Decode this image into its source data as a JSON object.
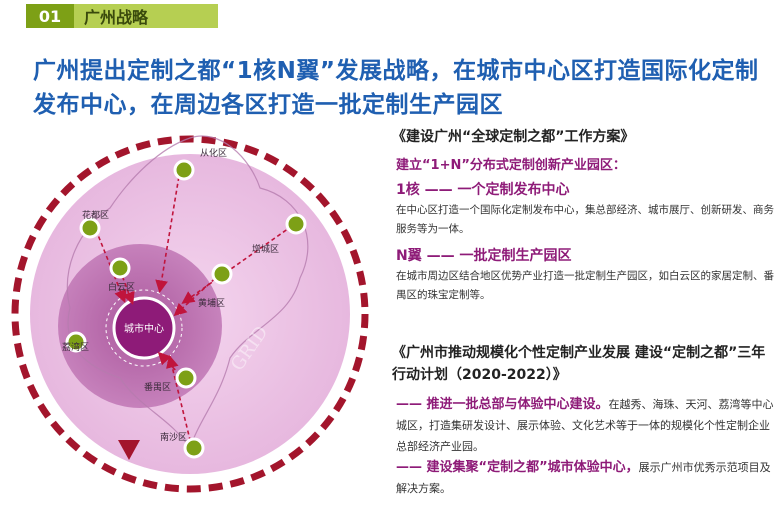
{
  "section": {
    "number": "01",
    "title": "广州战略"
  },
  "headline": "广州提出定制之都“1核N翼”发展战略，在城市中心区打造国际化定制发布中心，在周边各区打造一批定制生产园区",
  "map": {
    "districts": [
      "从化区",
      "花都区",
      "增城区",
      "白云区",
      "黄埔区",
      "城市中心",
      "荔湾区",
      "番禺区",
      "南沙区"
    ],
    "watermark": "GRID"
  },
  "plan1": {
    "title": "《建设广州“全球定制之都”工作方案》",
    "subtitle": "建立“1+N”分布式定制创新产业园区：",
    "core_label": "1核 —— 一个定制发布中心",
    "core_text": "在中心区打造一个国际化定制发布中心，集总部经济、城市展厅、创新研发、商务服务等为一体。",
    "wing_label": "N翼 —— 一批定制生产园区",
    "wing_text": "在城市周边区结合地区优势产业打造一批定制生产园区，如白云区的家居定制、番禺区的珠宝定制等。"
  },
  "plan2": {
    "title": "《广州市推动规模化个性定制产业发展 建设“定制之都”三年行动计划（2020-2022）》",
    "item1_em": "—— 推进一批总部与体验中心建设。",
    "item1_text": "在越秀、海珠、天河、荔湾等中心城区，打造集研发设计、展示体验、文化艺术等于一体的规模化个性定制企业总部经济产业园。",
    "item2_em": "—— 建设集聚“定制之都”城市体验中心，",
    "item2_text": "展示广州市优秀示范项目及解决方案。"
  },
  "colors": {
    "green": "#7da016",
    "purple": "#8e1b78",
    "blue": "#1f5fb1",
    "red": "#a3152c"
  }
}
